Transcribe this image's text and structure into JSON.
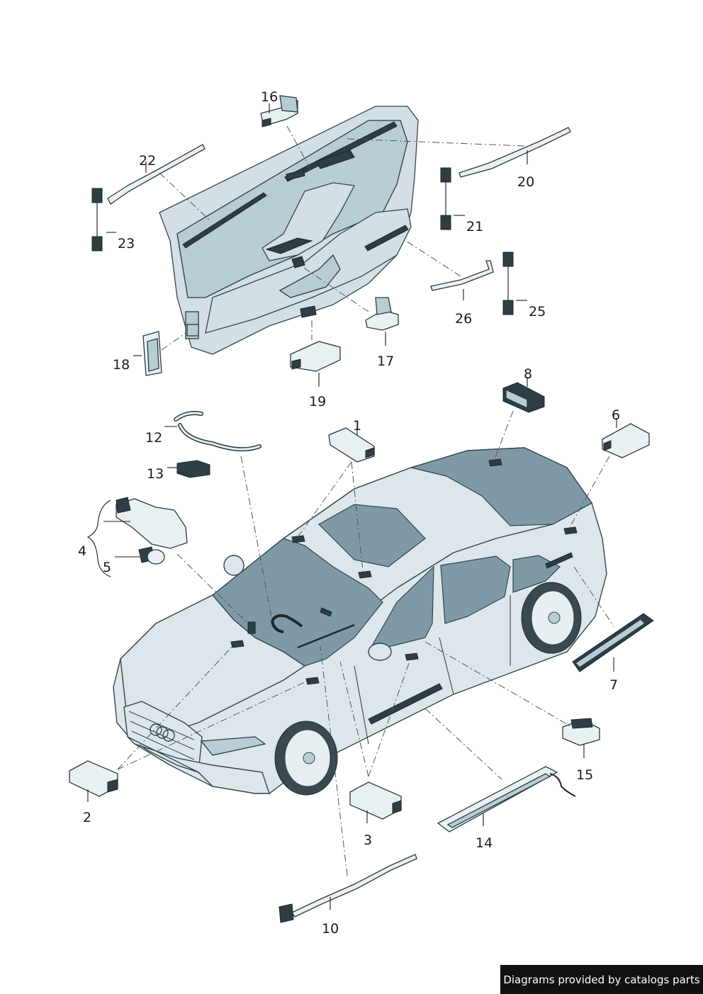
{
  "callouts": {
    "c1": "1",
    "c2": "2",
    "c3": "3",
    "c4": "4",
    "c5": "5",
    "c6": "6",
    "c7": "7",
    "c8": "8",
    "c10": "10",
    "c12": "12",
    "c13": "13",
    "c14": "14",
    "c15": "15",
    "c16": "16",
    "c17": "17",
    "c18": "18",
    "c19": "19",
    "c20": "20",
    "c21": "21",
    "c22": "22",
    "c23": "23",
    "c25": "25",
    "c26": "26"
  },
  "footer": {
    "text": "Diagrams provided by catalogs parts"
  }
}
